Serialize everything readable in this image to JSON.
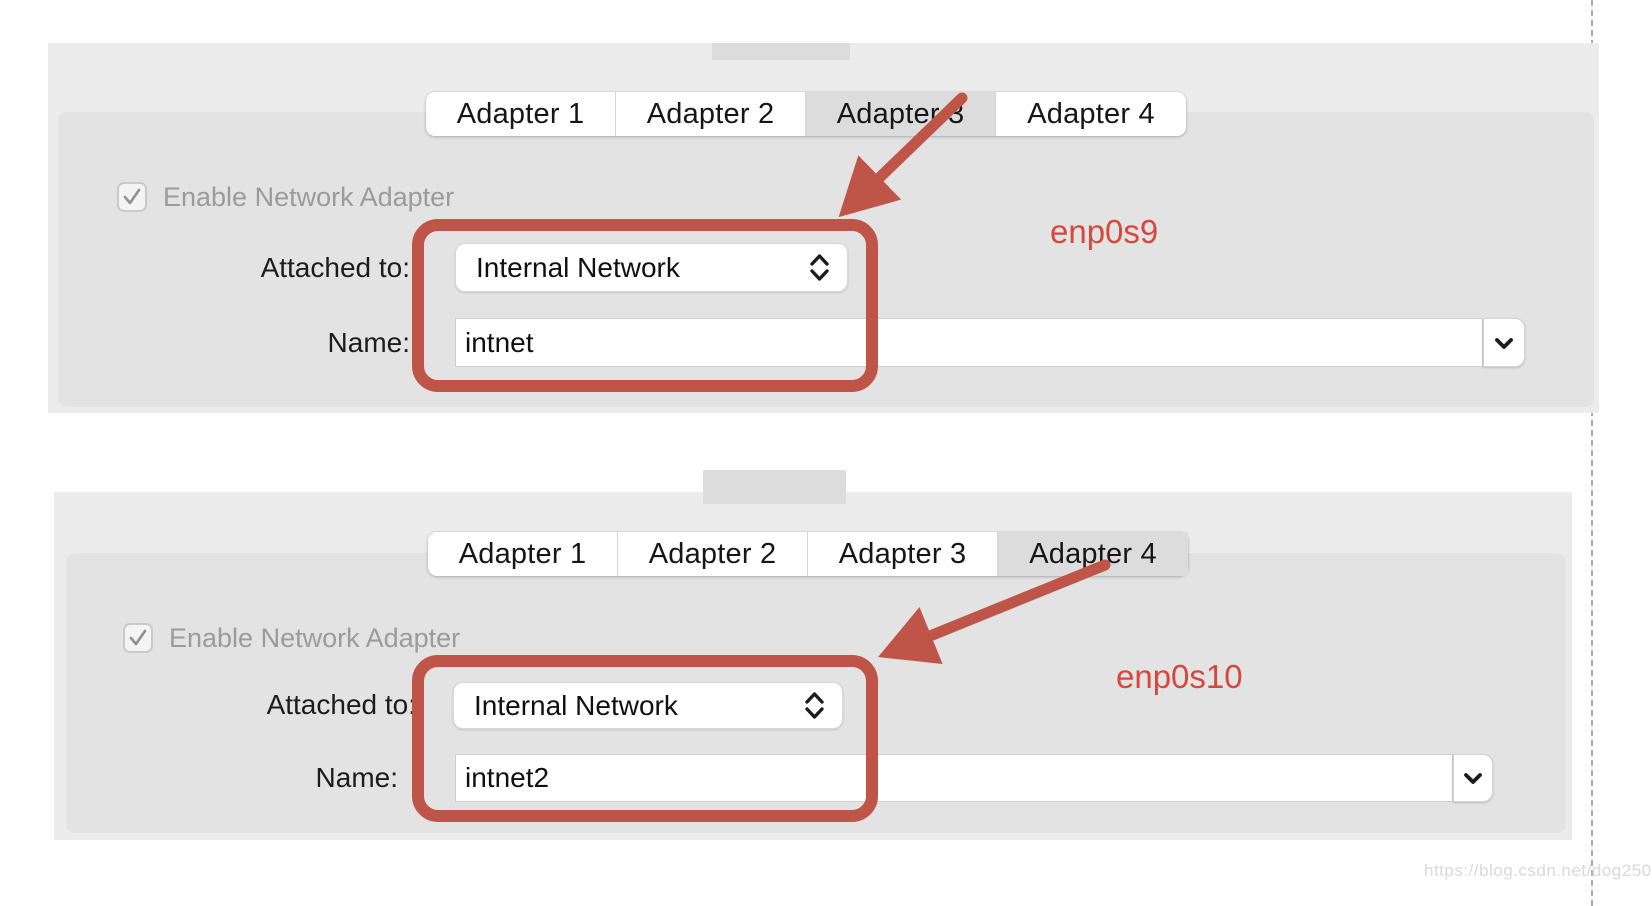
{
  "colors": {
    "annotation_shapes": "#bf5548",
    "annotation_text": "#d6473c",
    "panel_outer": "#ececec",
    "panel_inner": "#e3e3e3",
    "tab_selected_bg": "#dcdcdc"
  },
  "panels": [
    {
      "tabs": [
        "Adapter 1",
        "Adapter 2",
        "Adapter 3",
        "Adapter 4"
      ],
      "selected_tab": "Adapter 3",
      "enable_checkbox_label": "Enable Network Adapter",
      "enable_checked": true,
      "attached_to_label": "Attached to:",
      "attached_to_value": "Internal Network",
      "name_label": "Name:",
      "name_value": "intnet",
      "annotation": "enp0s9"
    },
    {
      "tabs": [
        "Adapter 1",
        "Adapter 2",
        "Adapter 3",
        "Adapter 4"
      ],
      "selected_tab": "Adapter 4",
      "enable_checkbox_label": "Enable Network Adapter",
      "enable_checked": true,
      "attached_to_label": "Attached to:",
      "attached_to_value": "Internal Network",
      "name_label": "Name:",
      "name_value": "intnet2",
      "annotation": "enp0s10"
    }
  ],
  "watermark": {
    "text": "https://blog.csdn.net/dog250"
  }
}
